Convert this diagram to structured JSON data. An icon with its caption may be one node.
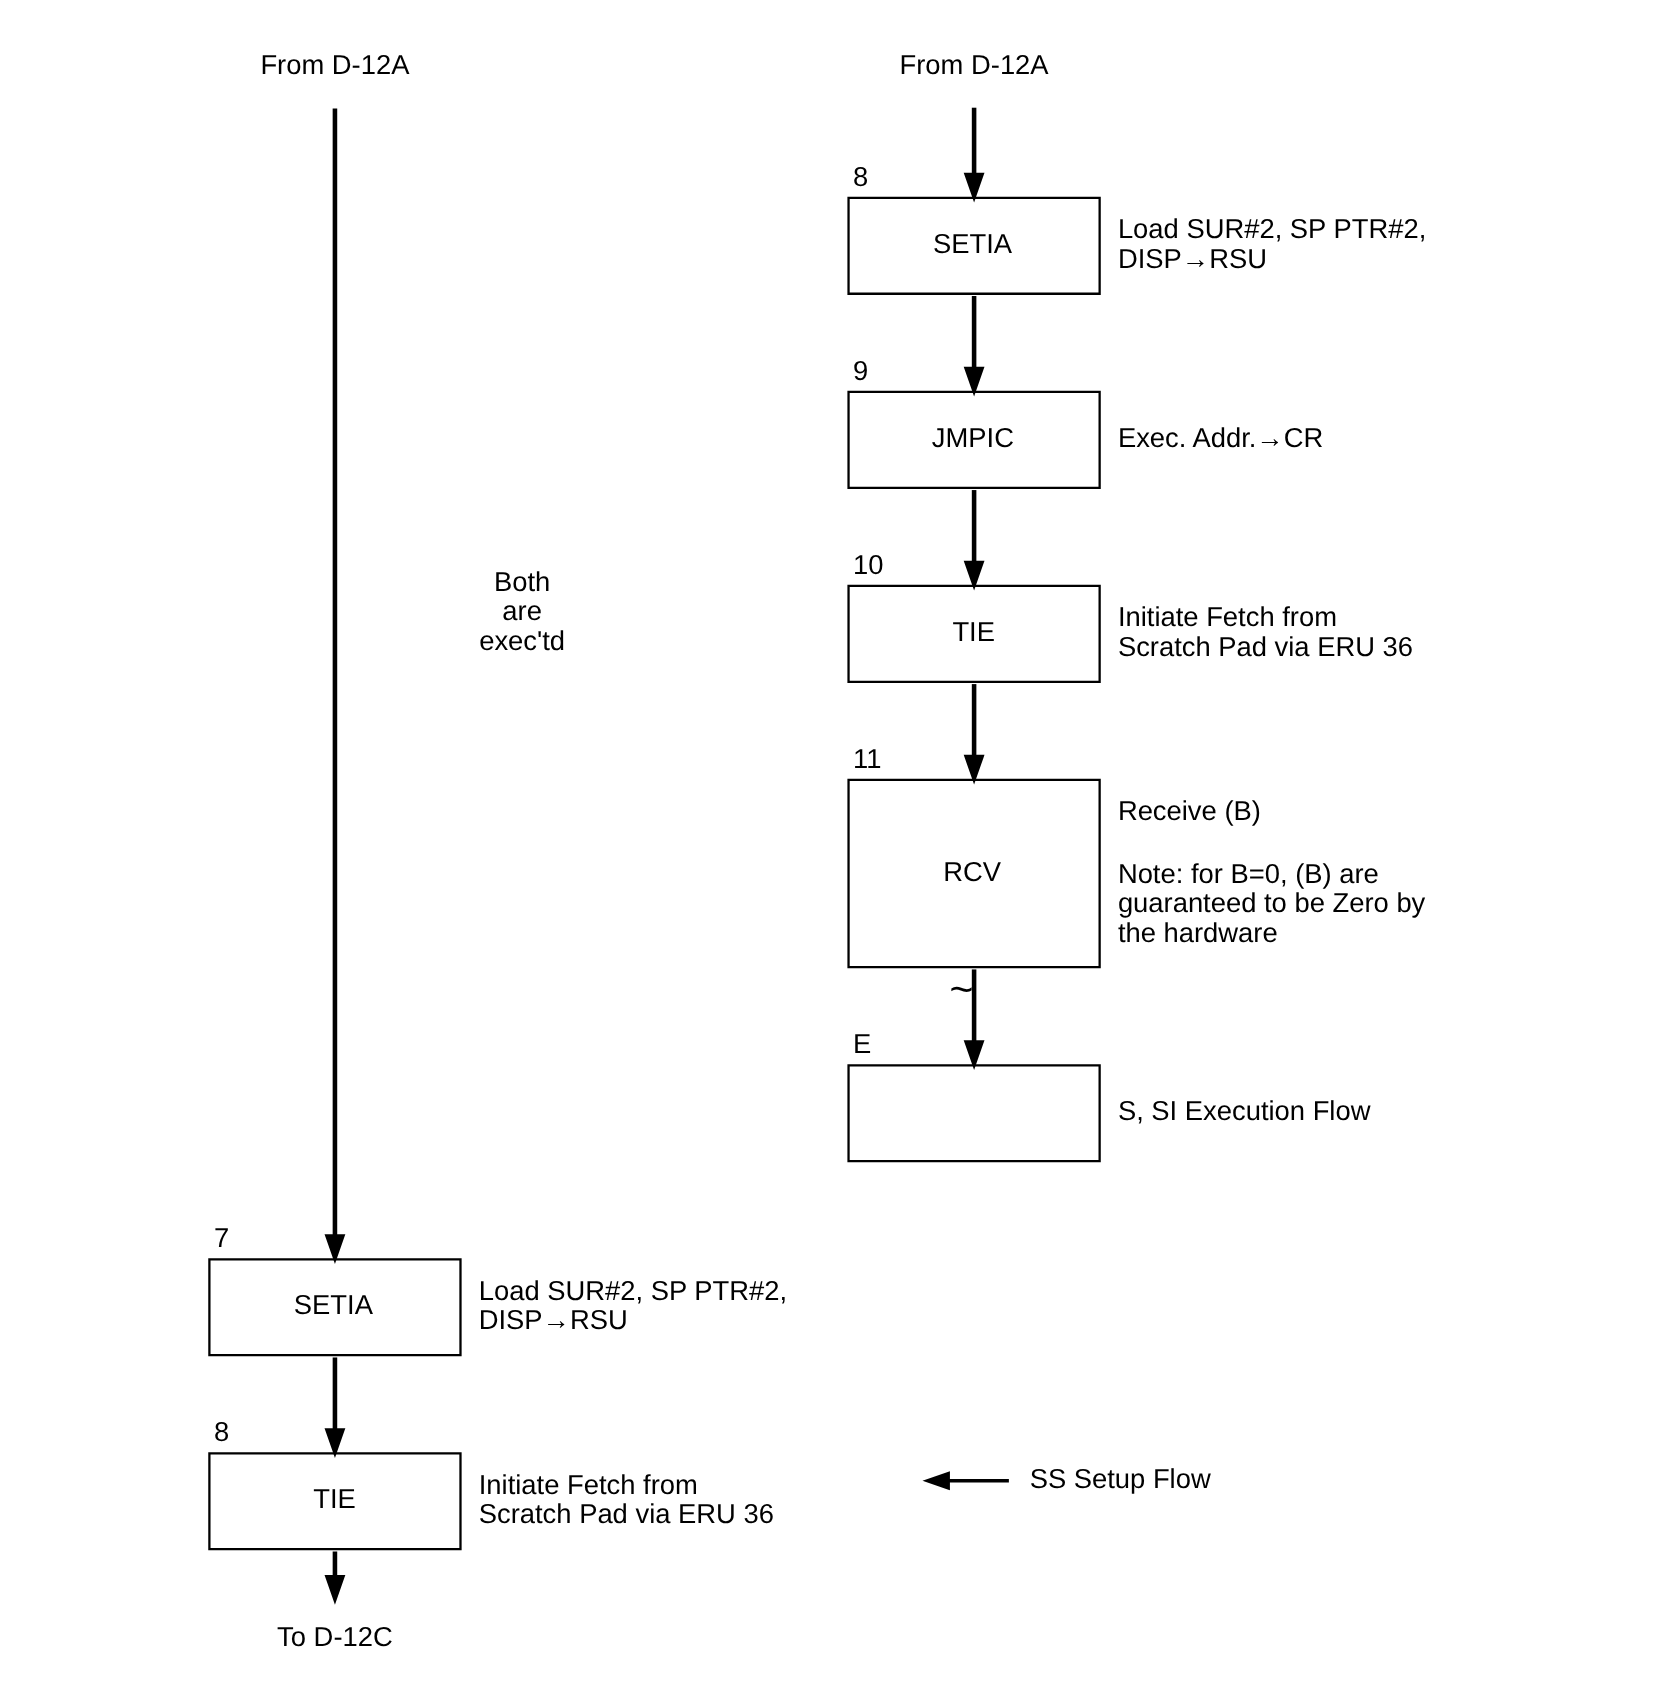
{
  "diagram": {
    "nodes": [
      {
        "text": [
          "From D-12A"
        ]
      },
      {
        "text": [
          "From D-12A"
        ]
      },
      {
        "text": [
          "SETIA"
        ],
        "beside": [
          "8",
          "Load SUR#2, SP PTR#2, DISP→RSU"
        ]
      },
      {
        "text": [
          "JMPIC"
        ],
        "beside": [
          "9",
          "Exec. Addr.→CR"
        ]
      },
      {
        "text": [
          "TIE"
        ],
        "beside": [
          "10",
          "Initiate Fetch from Scratch Pad via ERU 36"
        ]
      },
      {
        "text": [
          "RCV"
        ],
        "beside": [
          "11",
          "Receive (B)",
          "Note: for B=0, (B) are guaranteed to be Zero by the hardware"
        ]
      },
      {
        "text": [],
        "shape": "box",
        "beside": [
          "E",
          "S, SI Execution Flow"
        ]
      },
      {
        "text": [
          "SETIA"
        ],
        "beside": [
          "7",
          "Load SUR#2, SP PTR#2, DISP→RSU"
        ]
      },
      {
        "text": [
          "TIE"
        ],
        "beside": [
          "8",
          "Initiate Fetch from Scratch Pad via ERU 36"
        ]
      },
      {
        "text": [
          "To D-12C"
        ]
      }
    ],
    "edges": [
      {
        "from": 0,
        "to": 7,
        "arrow": "to"
      },
      {
        "from": 1,
        "to": 2,
        "arrow": "to"
      },
      {
        "from": 2,
        "to": 3,
        "arrow": "to"
      },
      {
        "from": 3,
        "to": 4,
        "arrow": "to"
      },
      {
        "from": 4,
        "to": 5,
        "arrow": "to"
      },
      {
        "from": 5,
        "to": 6,
        "arrow": "to",
        "label": "~"
      },
      {
        "from": 7,
        "to": 8,
        "arrow": "to"
      },
      {
        "from": 8,
        "to": 9,
        "arrow": "to"
      }
    ],
    "labels": [
      "Both are exec'td"
    ],
    "legend": [
      {
        "text": "SS Setup Flow"
      }
    ]
  }
}
